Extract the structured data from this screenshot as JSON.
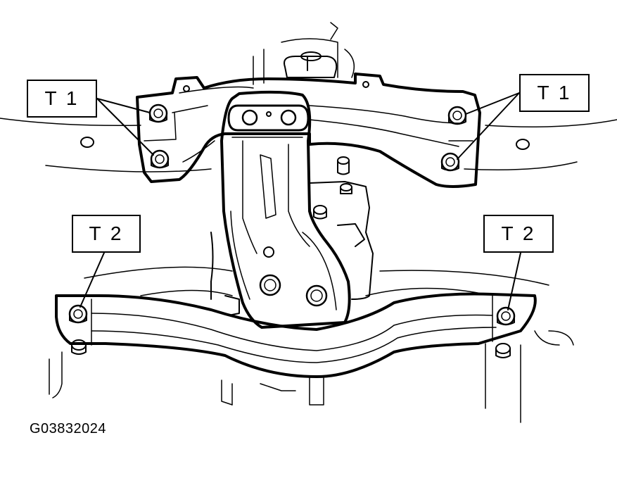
{
  "callouts": {
    "t1_left": "T 1",
    "t1_right": "T 1",
    "t2_left": "T 2",
    "t2_right": "T 2"
  },
  "figure_id": "G03832024",
  "icons": [
    "bolt-icon"
  ]
}
